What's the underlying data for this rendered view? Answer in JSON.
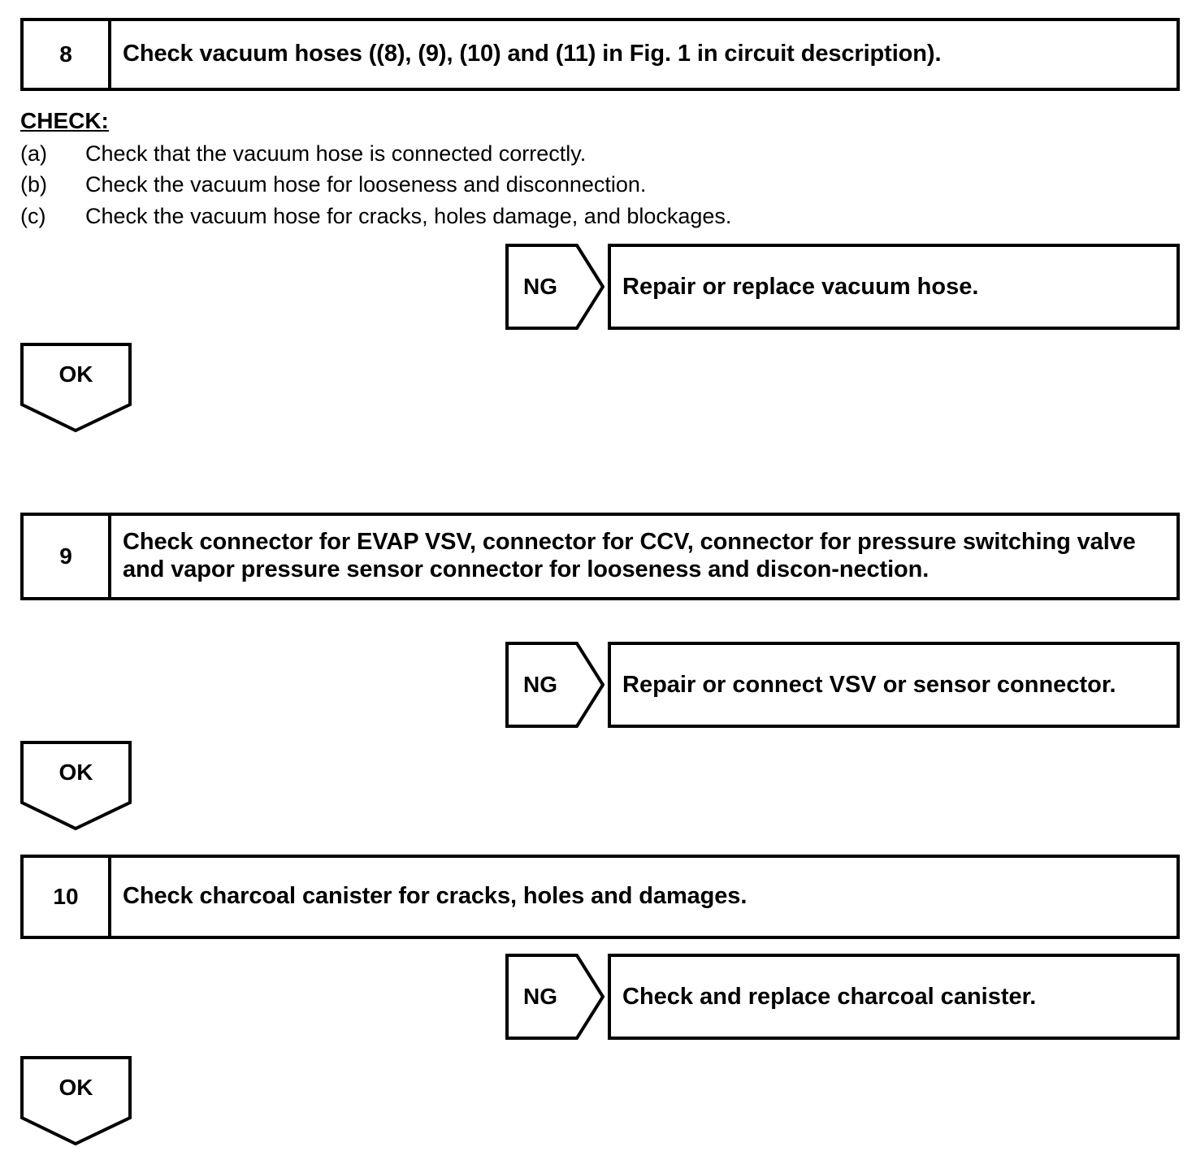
{
  "steps": [
    {
      "number": "8",
      "text": "Check vacuum hoses ((8), (9), (10) and (11) in Fig. 1 in circuit description)."
    },
    {
      "number": "9",
      "text": "Check connector for EVAP VSV, connector for CCV, connector for pressure switching valve and vapor pressure sensor connector for looseness and discon-nection."
    },
    {
      "number": "10",
      "text": "Check charcoal canister for cracks, holes and damages."
    }
  ],
  "check_section": {
    "title": "CHECK:",
    "items": [
      {
        "label": "(a)",
        "text": "Check that the vacuum hose is connected correctly."
      },
      {
        "label": "(b)",
        "text": "Check the vacuum hose for looseness and disconnection."
      },
      {
        "label": "(c)",
        "text": "Check the vacuum hose for cracks, holes damage, and blockages."
      }
    ]
  },
  "branches": [
    {
      "ng_label": "NG",
      "ng_result": "Repair or replace vacuum hose.",
      "ok_label": "OK"
    },
    {
      "ng_label": "NG",
      "ng_result": "Repair or connect VSV or sensor connector.",
      "ok_label": "OK"
    },
    {
      "ng_label": "NG",
      "ng_result": "Check and replace charcoal canister.",
      "ok_label": "OK"
    }
  ],
  "colors": {
    "line": "#000000",
    "background": "#ffffff"
  }
}
